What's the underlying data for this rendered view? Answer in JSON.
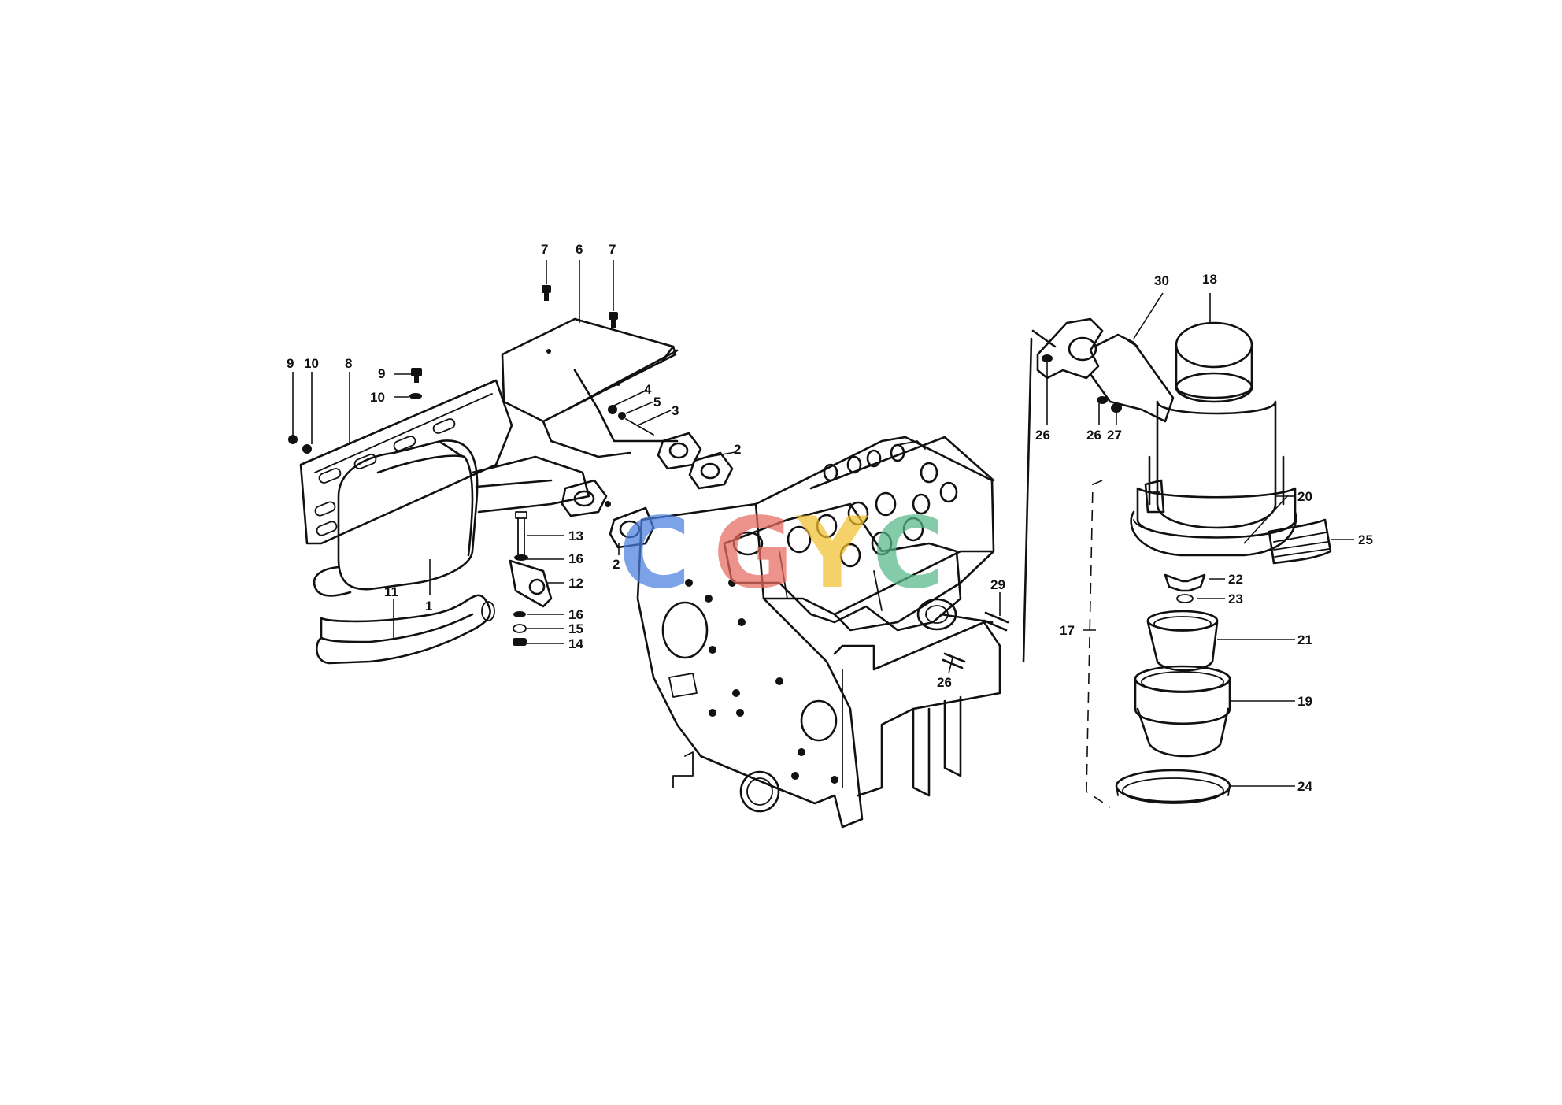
{
  "watermark": {
    "letters": [
      "C",
      "G",
      "Y",
      "C"
    ],
    "colors": [
      "#4a7fe0",
      "#e66a5f",
      "#f2c230",
      "#56b889"
    ]
  },
  "callouts": {
    "p1": "1",
    "p2a": "2",
    "p2b": "2",
    "p3": "3",
    "p4": "4",
    "p5": "5",
    "p6": "6",
    "p7a": "7",
    "p7b": "7",
    "p8": "8",
    "p9a": "9",
    "p9b": "9",
    "p10a": "10",
    "p10b": "10",
    "p11": "11",
    "p12": "12",
    "p13": "13",
    "p14": "14",
    "p15": "15",
    "p16a": "16",
    "p16b": "16",
    "p17": "17",
    "p18": "18",
    "p19": "19",
    "p20": "20",
    "p21": "21",
    "p22": "22",
    "p23": "23",
    "p24": "24",
    "p25": "25",
    "p26a": "26",
    "p26b": "26",
    "p26c": "26",
    "p27": "27",
    "p29": "29",
    "p30": "30"
  }
}
